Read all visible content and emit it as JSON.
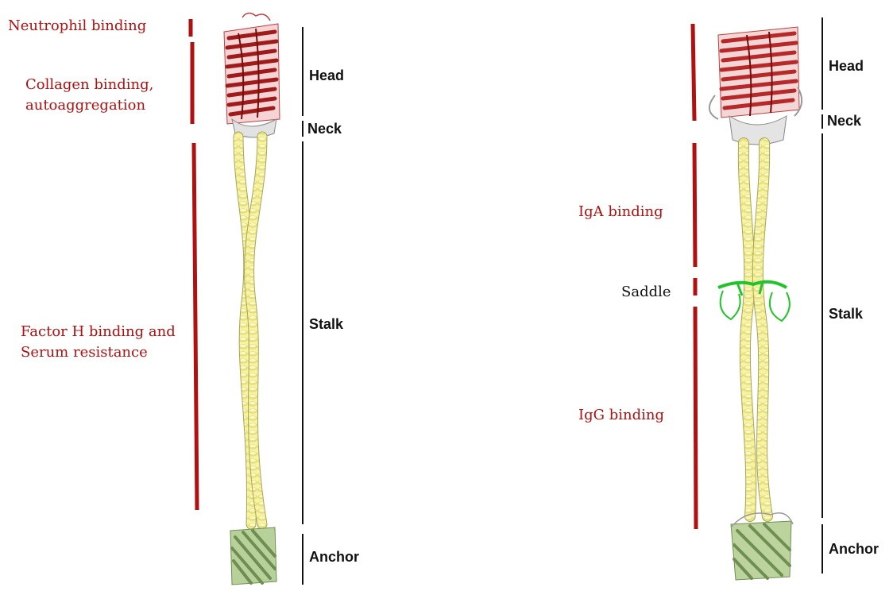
{
  "left": {
    "functions": {
      "neutrophil": "Neutrophil binding",
      "collagen_1": "Collagen binding,",
      "collagen_2": "autoaggregation",
      "factorh_1": "Factor H binding and",
      "factorh_2": "Serum resistance"
    },
    "segments": {
      "head": "Head",
      "neck": "Neck",
      "stalk": "Stalk",
      "anchor": "Anchor"
    }
  },
  "right": {
    "functions": {
      "iga": "IgA binding",
      "igg": "IgG binding"
    },
    "saddle": "Saddle",
    "segments": {
      "head": "Head",
      "neck": "Neck",
      "stalk": "Stalk",
      "anchor": "Anchor"
    }
  },
  "colors": {
    "function_bar": "#b01010",
    "head": "#c23a3a",
    "neck": "#d8d8d8",
    "stalk": "#ecea8c",
    "anchor": "#87a867",
    "saddle": "#22c42a"
  }
}
